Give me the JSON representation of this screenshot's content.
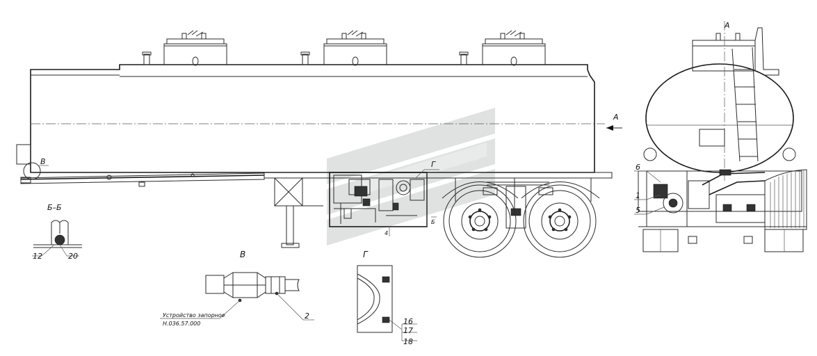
{
  "labels": {
    "view_a_top": "А",
    "view_a_arrow": "А",
    "callout_v_main": "В",
    "callout_g_main": "Г",
    "section_b_mark": "Б",
    "detail_4": "4",
    "view_bb_title": "Б–Б",
    "view_bb_12": "12",
    "view_bb_20": "20",
    "view_v_title": "В",
    "view_v_device_line1": "Устройство запорное",
    "view_v_device_line2": "Н.036.57.000",
    "view_v_2": "2",
    "view_g_title": "Г",
    "view_g_16": "16",
    "view_g_17": "17",
    "view_g_18": "18",
    "rear_6": "6",
    "rear_1": "1",
    "rear_5": "5"
  },
  "colors": {
    "line": "#2a2a2a",
    "watermark": "#bfc4c0"
  }
}
